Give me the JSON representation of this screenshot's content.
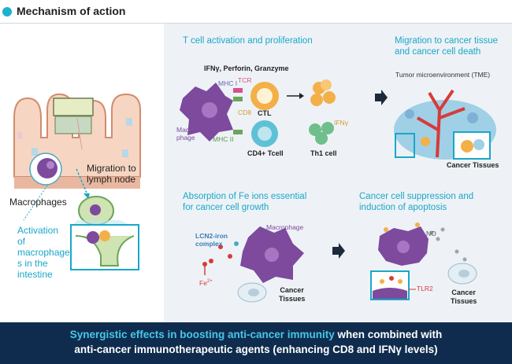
{
  "header": {
    "title": "Mechanism of action"
  },
  "left": {
    "migration_label": "Migration to\nlymph node",
    "macrophages_label": "Macrophages",
    "activation_label": "Activation\nof\nmacrophage\ns in the\nintestine"
  },
  "tcell": {
    "title": "T cell activation and proliferation",
    "ifn_label": "IFNγ, Perforin, Granzyme",
    "mhc1": "MHC I",
    "tcr": "TCR",
    "cd8": "CD8",
    "ctl": "CTL",
    "macrophage": "Macro-\nphage",
    "mhc2": "MHC II",
    "cd4": "CD4+ Tcell",
    "th1": "Th1 cell",
    "ifny": "IFNγ"
  },
  "migration": {
    "title": "Migration to cancer tissue\nand cancer cell death",
    "tme": "Tumor microenvironment (TME)",
    "cancer_tissues": "Cancer Tissues"
  },
  "fe": {
    "title": "Absorption of Fe ions essential\nfor cancer cell growth",
    "lcn2": "LCN2-iron\ncomplex",
    "macrophage": "Macrophage",
    "fe": "Fe",
    "fe_sup": "2+",
    "cancer_tissues": "Cancer\nTissues"
  },
  "suppression": {
    "title": "Cancer cell suppression and\ninduction of apoptosis",
    "no": "NO",
    "tlr2": "TLR2",
    "cancer_tissues": "Cancer\nTissues"
  },
  "banner": {
    "highlight": "Synergistic effects in boosting anti-cancer immunity",
    "rest_line1": " when combined with",
    "line2": "anti-cancer immunotherapeutic agents (enhancing CD8 and IFNγ levels)"
  },
  "colors": {
    "accent": "#1aa7c8",
    "banner_bg": "#0f2c4e",
    "banner_highlight": "#47c7e8",
    "macrophage": "#7d4a9e"
  }
}
